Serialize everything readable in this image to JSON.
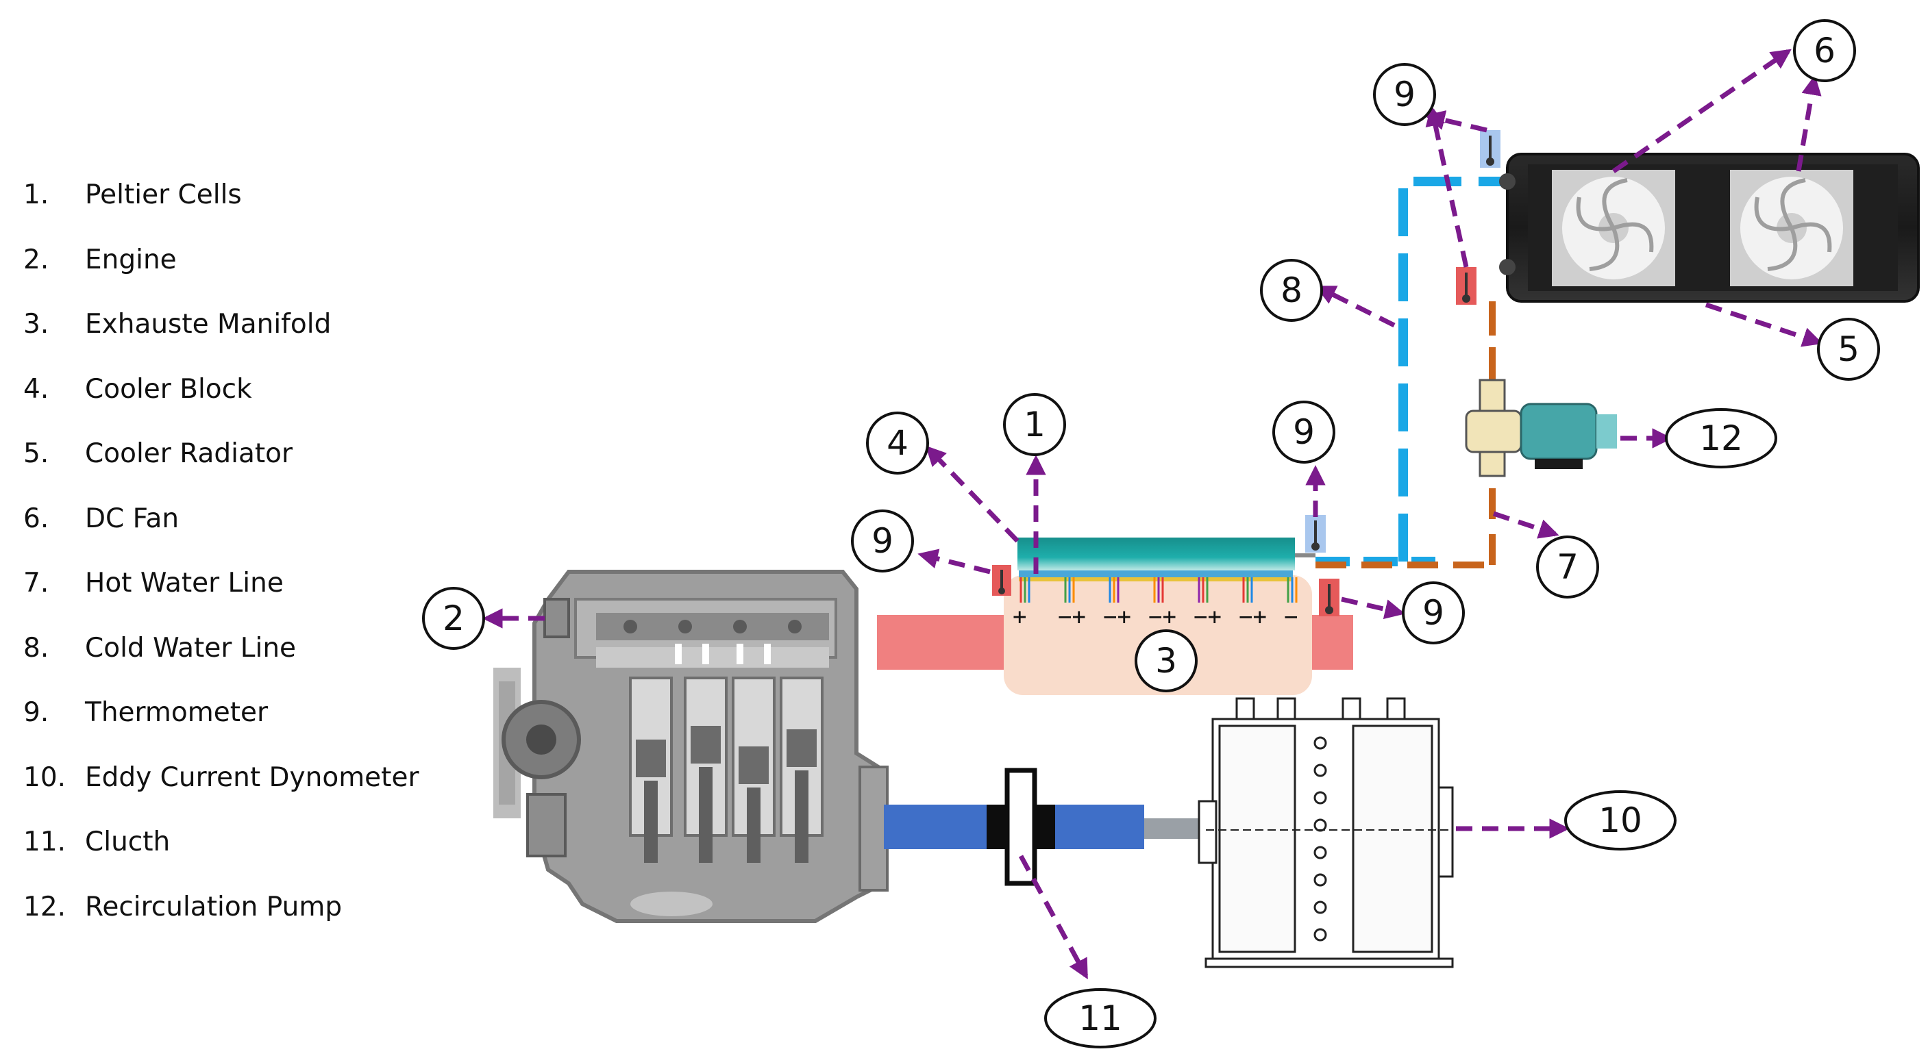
{
  "legend": {
    "items": [
      {
        "num": "1.",
        "label": "Peltier Cells"
      },
      {
        "num": "2.",
        "label": "Engine"
      },
      {
        "num": "3.",
        "label": "Exhauste Manifold"
      },
      {
        "num": "4.",
        "label": "Cooler Block"
      },
      {
        "num": "5.",
        "label": "Cooler Radiator"
      },
      {
        "num": "6.",
        "label": "DC Fan"
      },
      {
        "num": "7.",
        "label": "Hot Water Line"
      },
      {
        "num": "8.",
        "label": "Cold Water Line"
      },
      {
        "num": "9.",
        "label": "Thermometer"
      },
      {
        "num": "10.",
        "label": "Eddy Current Dynometer"
      },
      {
        "num": "11.",
        "label": "Clucth"
      },
      {
        "num": "12.",
        "label": "Recirculation Pump"
      }
    ]
  },
  "callouts": {
    "peltier": "1",
    "engine": "2",
    "manifold": "3",
    "cooler_block": "4",
    "radiator": "5",
    "fan": "6",
    "hot_line": "7",
    "cold_line": "8",
    "thermo_left": "9",
    "thermo_block_top": "9",
    "thermo_manifold_right": "9",
    "thermo_radiator": "9",
    "dynamometer": "10",
    "clutch": "11",
    "pump": "12"
  },
  "peltier_polarity": [
    "+",
    "−+",
    "−+",
    "−+",
    "−+",
    "−+",
    "−"
  ],
  "colors": {
    "arrow": "#7b1a8c",
    "cold_line": "#1aa7e6",
    "hot_line": "#c8641c",
    "manifold_pipe": "#f08080",
    "manifold_body": "#f9dccb",
    "cooler_block": "#1aa3a0",
    "shaft": "#3f6fc8",
    "pump_motor": "#46a6a8",
    "thermo_blue": "#a9c7ee",
    "thermo_red": "#e55a5a"
  }
}
